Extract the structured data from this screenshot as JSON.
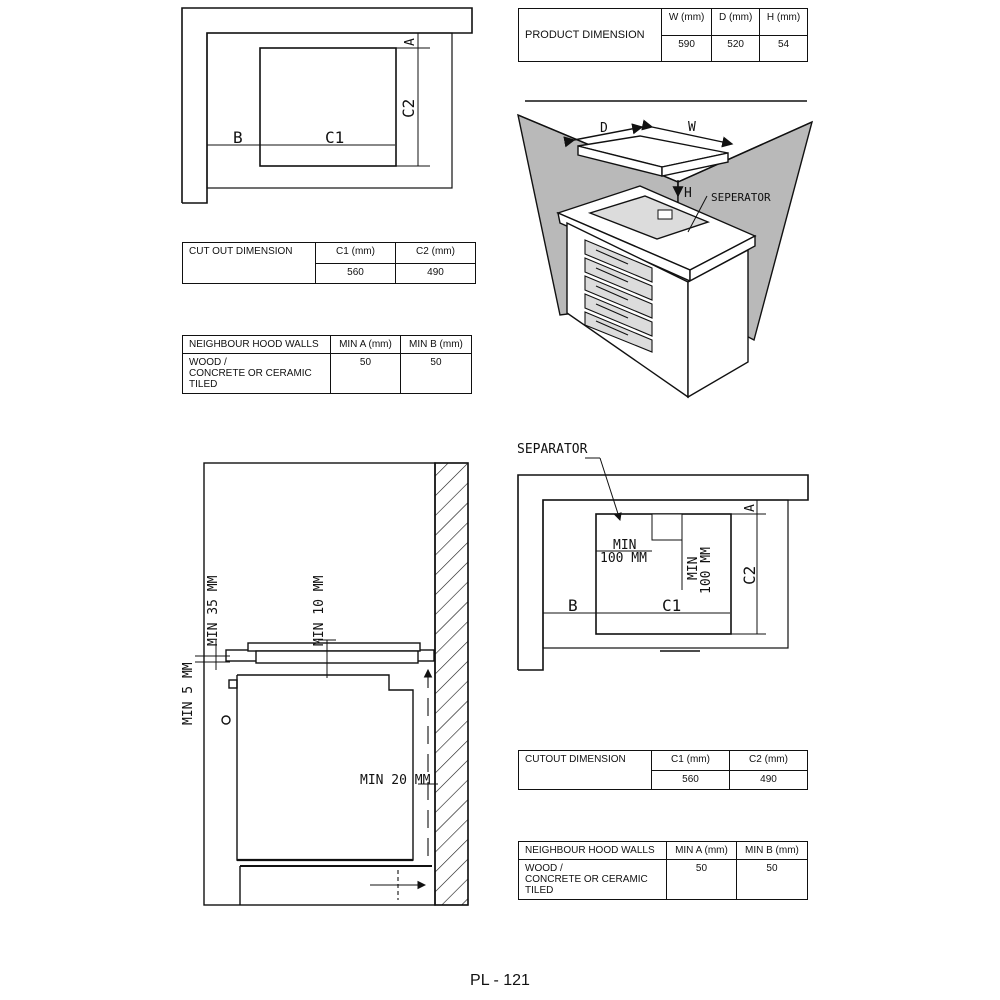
{
  "product_table": {
    "header": "PRODUCT DIMENSION",
    "columns": [
      "W (mm)",
      "D (mm)",
      "H (mm)"
    ],
    "values": [
      "590",
      "520",
      "54"
    ]
  },
  "cutout_table_top": {
    "header": "CUT OUT DIMENSION",
    "columns": [
      "C1 (mm)",
      "C2 (mm)"
    ],
    "values": [
      "560",
      "490"
    ]
  },
  "walls_table_top": {
    "header": "NEIGHBOUR HOOD WALLS",
    "columns": [
      "MIN A (mm)",
      "MIN B (mm)"
    ],
    "row_label": [
      "WOOD /",
      "CONCRETE OR CERAMIC",
      "TILED"
    ],
    "values": [
      "50",
      "50"
    ]
  },
  "cutout_table_bottom": {
    "header": "CUTOUT DIMENSION",
    "columns": [
      "C1 (mm)",
      "C2 (mm)"
    ],
    "values": [
      "560",
      "490"
    ]
  },
  "walls_table_bottom": {
    "header": "NEIGHBOUR HOOD WALLS",
    "columns": [
      "MIN A (mm)",
      "MIN B (mm)"
    ],
    "row_label": [
      "WOOD /",
      "CONCRETE OR CERAMIC",
      "TILED"
    ],
    "values": [
      "50",
      "50"
    ]
  },
  "plan_top": {
    "label_a": "A",
    "label_b": "B",
    "label_c1": "C1",
    "label_c2": "C2"
  },
  "iso": {
    "label_d": "D",
    "label_w": "W",
    "label_h": "H",
    "label_separator": "SEPERATOR"
  },
  "section": {
    "min_35": "MIN 35 MM",
    "min_10": "MIN 10 MM",
    "min_5": "MIN 5 MM",
    "min_20": "MIN 20 MM"
  },
  "plan_bottom": {
    "label_separator": "SEPARATOR",
    "label_a": "A",
    "label_b": "B",
    "label_c1": "C1",
    "label_c2": "C2",
    "min_h_1": "MIN",
    "min_h_2": "100 MM",
    "min_v_1": "MIN",
    "min_v_2": "100 MM"
  },
  "footer": {
    "code": "PL - 121"
  }
}
